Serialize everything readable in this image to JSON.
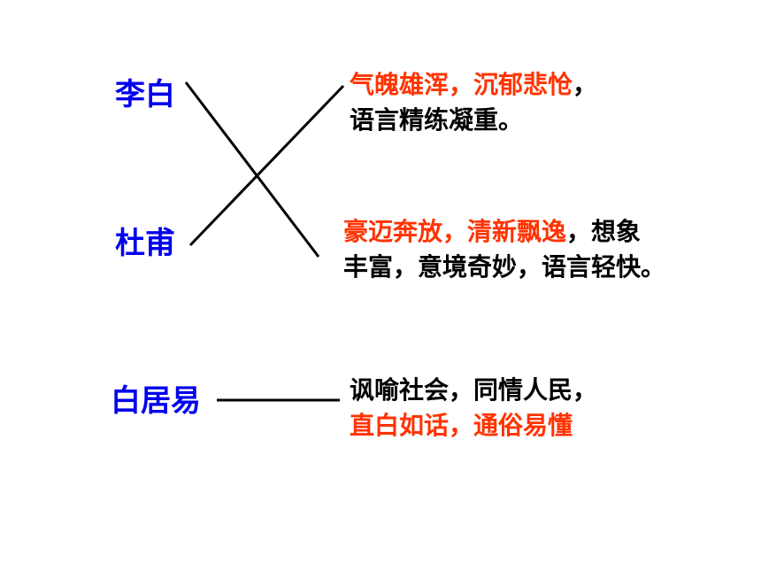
{
  "poets": {
    "libai": "李白",
    "dufu": "杜甫",
    "baijuyi": "白居易"
  },
  "descriptions": {
    "d1": {
      "line1_red": "气魄雄浑，沉郁悲怆",
      "line1_black": "，",
      "line2": "语言精练凝重。"
    },
    "d2": {
      "line1_red": "豪迈奔放，清新飘逸",
      "line1_black": "，想象",
      "line2": "丰富，意境奇妙，语言轻快。"
    },
    "d3": {
      "line1": "讽喻社会，同情人民，",
      "line2_red": "直白如话，通俗易懂"
    }
  },
  "colors": {
    "poet": "#0000ee",
    "highlight": "#ff3300",
    "text": "#000000",
    "line": "#000000"
  }
}
